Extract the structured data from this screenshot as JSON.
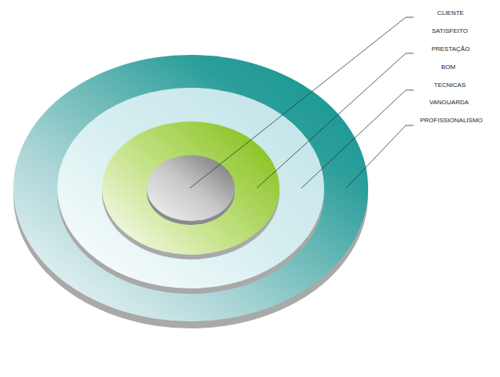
{
  "diagram": {
    "labels": [
      "CLIENTE",
      "SATISFEITO",
      "PRESTAÇÃO",
      "BOM",
      "TECNICAS",
      "VANGUARDA",
      "PROFISSIONALISMO"
    ]
  }
}
